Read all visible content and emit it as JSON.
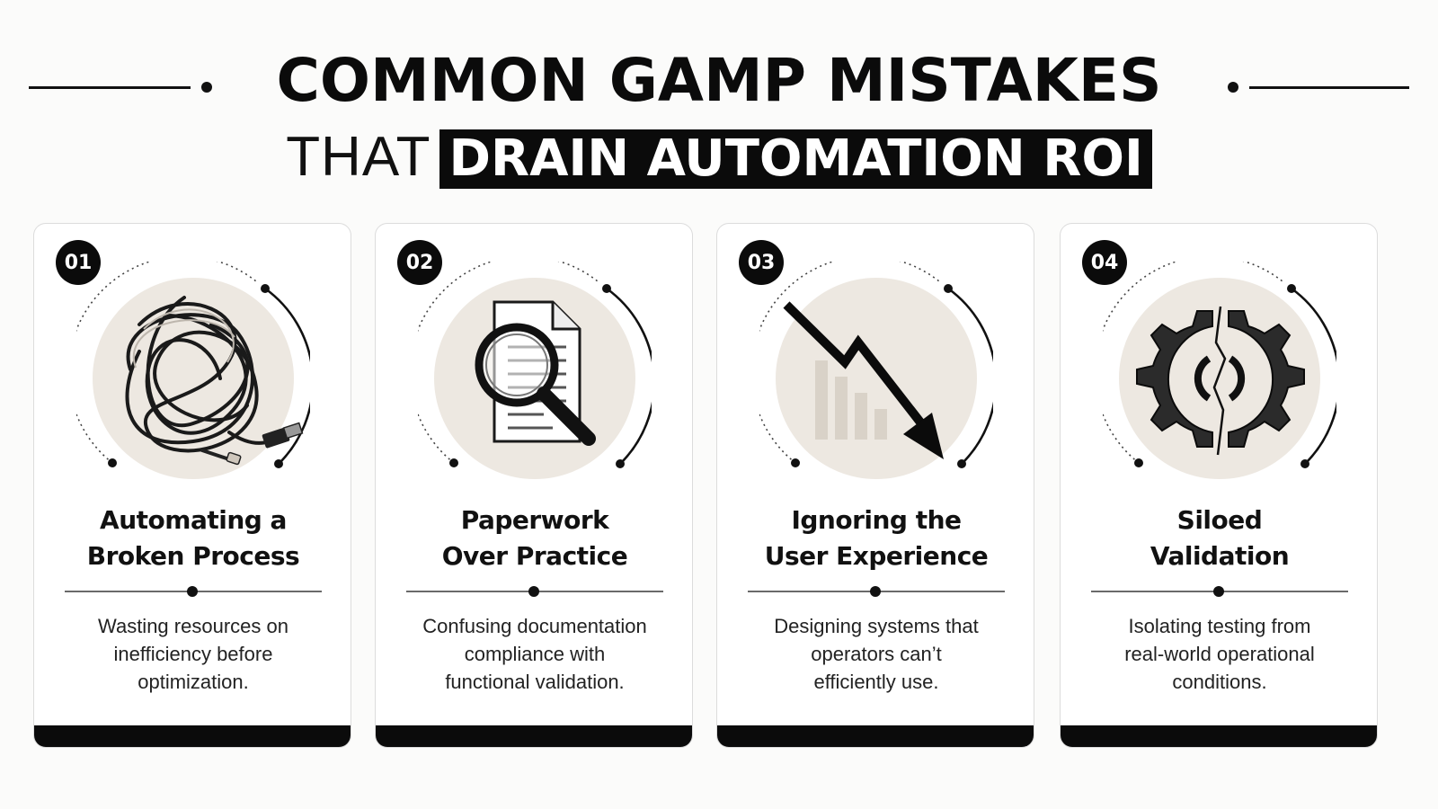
{
  "header": {
    "title": "COMMON GAMP MISTAKES",
    "subtitle_plain": "THAT",
    "subtitle_highlight": "DRAIN AUTOMATION ROI"
  },
  "cards": [
    {
      "number": "01",
      "title_line1": "Automating a",
      "title_line2": "Broken Process",
      "desc_line1": "Wasting resources on",
      "desc_line2": "inefficiency before",
      "desc_line3": "optimization.",
      "icon": "tangled-cable-icon"
    },
    {
      "number": "02",
      "title_line1": "Paperwork",
      "title_line2": "Over Practice",
      "desc_line1": "Confusing documentation",
      "desc_line2": "compliance with",
      "desc_line3": "functional validation.",
      "icon": "document-magnifier-icon"
    },
    {
      "number": "03",
      "title_line1": "Ignoring the",
      "title_line2": "User Experience",
      "desc_line1": "Designing systems that",
      "desc_line2": "operators can’t",
      "desc_line3": "efficiently use.",
      "icon": "falling-arrow-icon"
    },
    {
      "number": "04",
      "title_line1": "Siloed",
      "title_line2": "Validation",
      "desc_line1": "Isolating testing from",
      "desc_line2": "real-world operational",
      "desc_line3": "conditions.",
      "icon": "broken-gear-icon"
    }
  ],
  "colors": {
    "ink": "#0b0b0b",
    "disc": "#ede8e1",
    "card": "#ffffff",
    "background": "#fbfbfa"
  }
}
